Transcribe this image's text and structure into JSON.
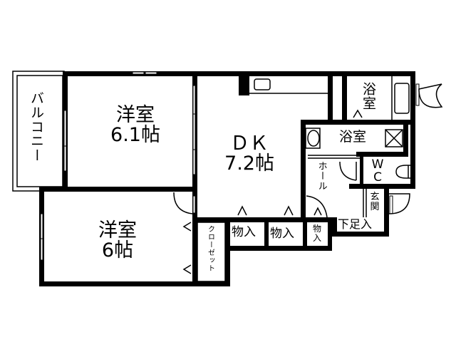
{
  "floor_plan": {
    "type": "2DK",
    "rooms": [
      {
        "id": "western-room-1",
        "name": "洋室",
        "size": "6.1帖"
      },
      {
        "id": "western-room-2",
        "name": "洋室",
        "size": "6帖"
      },
      {
        "id": "dining-kitchen",
        "name": "ＤＫ",
        "size": "7.2帖"
      },
      {
        "id": "balcony",
        "name": "バルコニー"
      },
      {
        "id": "bathroom",
        "name": "浴室"
      },
      {
        "id": "washroom",
        "name": "浴室"
      },
      {
        "id": "toilet",
        "name": "ＷＣ",
        "line1": "W",
        "line2": "C"
      },
      {
        "id": "hall",
        "name": "ホール"
      },
      {
        "id": "entrance",
        "name": "玄関",
        "line1": "玄",
        "line2": "関"
      },
      {
        "id": "shoe-storage",
        "name": "下足入"
      },
      {
        "id": "closet",
        "name": "クローゼット"
      },
      {
        "id": "storage-1",
        "name": "物入"
      },
      {
        "id": "storage-2",
        "name": "物入"
      },
      {
        "id": "storage-3",
        "name": "物入",
        "line1": "物",
        "line2": "入"
      }
    ]
  }
}
